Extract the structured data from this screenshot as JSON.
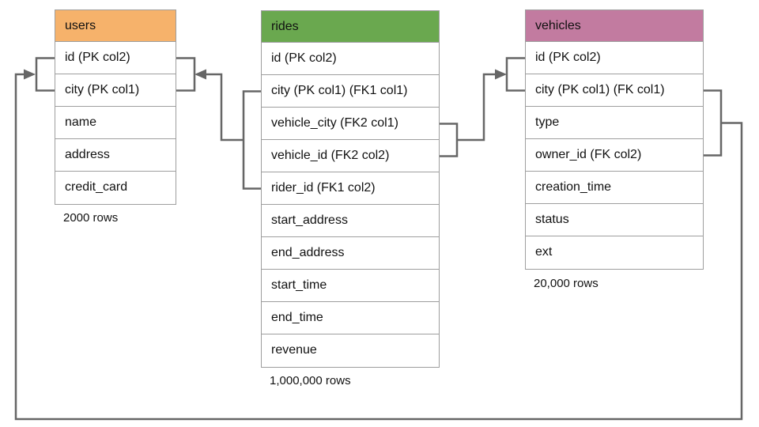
{
  "diagram": {
    "line_color": "#666666",
    "table_border_color": "#9e9e9e",
    "tables": {
      "users": {
        "title": "users",
        "header_color": "#f6b26b",
        "rows": [
          "id (PK col2)",
          "city (PK col1)",
          "name",
          "address",
          "credit_card"
        ],
        "row_count": "2000 rows"
      },
      "rides": {
        "title": "rides",
        "header_color": "#6aa84f",
        "rows": [
          "id (PK col2)",
          "city (PK col1) (FK1 col1)",
          "vehicle_city (FK2 col1)",
          "vehicle_id (FK2 col2)",
          "rider_id (FK1 col2)",
          "start_address",
          "end_address",
          "start_time",
          "end_time",
          "revenue"
        ],
        "row_count": "1,000,000 rows"
      },
      "vehicles": {
        "title": "vehicles",
        "header_color": "#c27ba0",
        "rows": [
          "id (PK col2)",
          "city (PK col1) (FK col1)",
          "type",
          "owner_id (FK col2)",
          "creation_time",
          "status",
          "ext"
        ],
        "row_count": "20,000 rows"
      }
    },
    "relationships": [
      {
        "name": "FK1",
        "from": "rides.city, rides.rider_id",
        "to": "users.city, users.id"
      },
      {
        "name": "FK2",
        "from": "rides.vehicle_city, rides.vehicle_id",
        "to": "vehicles.city, vehicles.id"
      },
      {
        "name": "FK",
        "from": "vehicles.city, vehicles.owner_id",
        "to": "users.city, users.id"
      }
    ]
  }
}
